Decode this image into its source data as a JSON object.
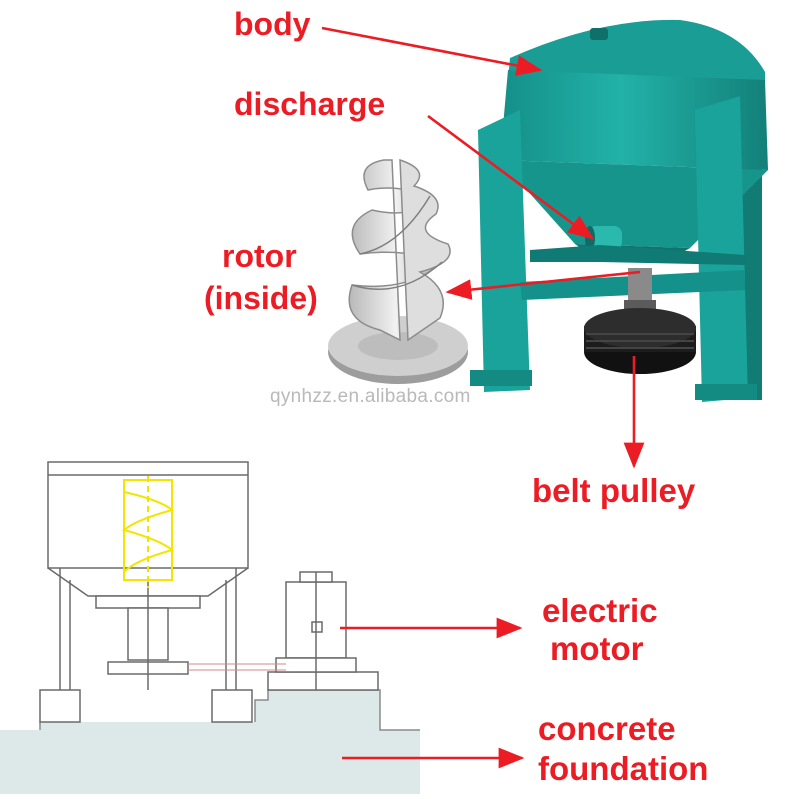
{
  "labels": {
    "body": "body",
    "discharge": "discharge",
    "rotor_line1": "rotor",
    "rotor_line2": "(inside)",
    "belt_pulley": "belt pulley",
    "electric_line1": "electric",
    "electric_line2": "motor",
    "concrete_line1": "concrete",
    "concrete_line2": "foundation"
  },
  "watermark": "qynhzz.en.alibaba.com",
  "colors": {
    "label_red": "#ec1c24",
    "machine_teal": "#1aa39a",
    "rotor_grey": "#d9d9d9",
    "pulley_black": "#1c1c1c",
    "drawing_line": "#6a6a6a",
    "helix_yellow": "#f2e600",
    "foundation": "#dde8e8"
  }
}
